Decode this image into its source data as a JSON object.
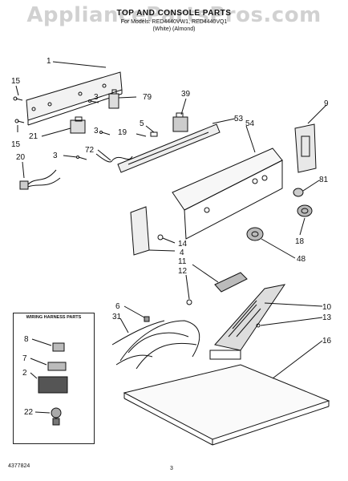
{
  "header": {
    "watermark": "AppliancePartsPros.com",
    "title": "TOP AND CONSOLE PARTS",
    "model_line": "For Models: RED4440VW1, RED4440VQ1",
    "color_line": "(White)     (Almond)"
  },
  "inset": {
    "title": "WIRING HARNESS PARTS"
  },
  "callouts": [
    "1",
    "15",
    "3",
    "79",
    "39",
    "9",
    "21",
    "15",
    "3",
    "19",
    "5",
    "53",
    "54",
    "20",
    "3",
    "72",
    "81",
    "18",
    "14",
    "4",
    "48",
    "11",
    "12",
    "6",
    "31",
    "10",
    "13",
    "16",
    "8",
    "7",
    "2",
    "22"
  ],
  "footer": {
    "part_number": "4377824",
    "page": "3"
  }
}
